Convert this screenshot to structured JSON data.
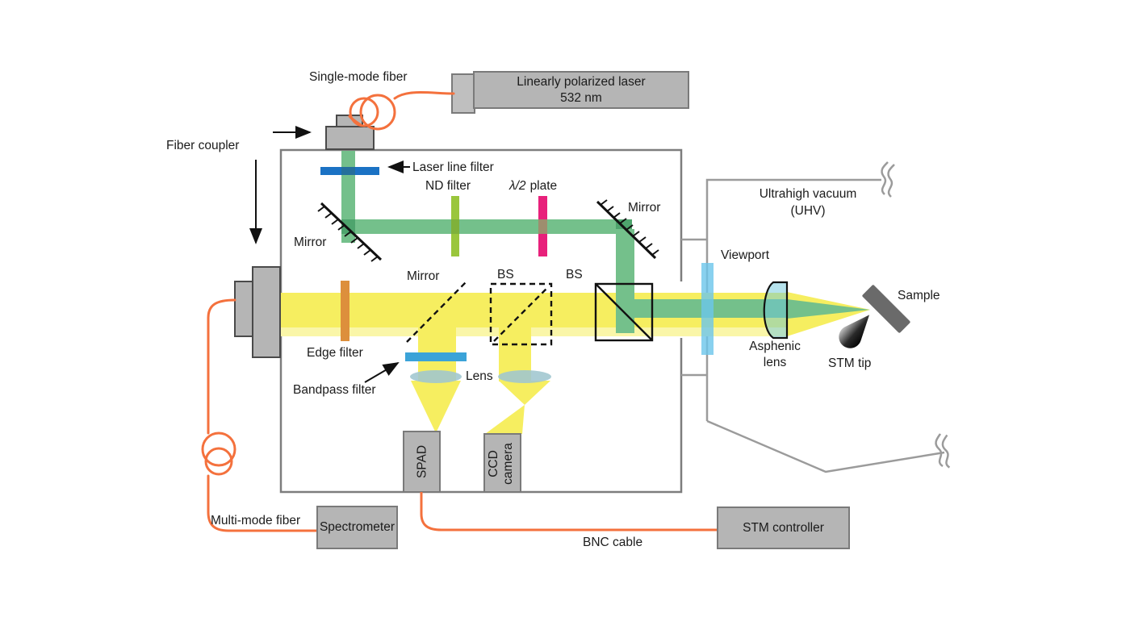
{
  "labels": {
    "single_mode_fiber": "Single-mode fiber",
    "laser_line1": "Linearly polarized laser",
    "laser_line2": "532 nm",
    "fiber_coupler": "Fiber coupler",
    "laser_line_filter": "Laser line filter",
    "nd_filter": "ND filter",
    "half_wave_symbol": "λ/2",
    "half_wave_word": "plate",
    "mirror": "Mirror",
    "bs": "BS",
    "edge_filter": "Edge filter",
    "bandpass_filter": "Bandpass filter",
    "lens": "Lens",
    "spad": "SPAD",
    "ccd_line1": "CCD",
    "ccd_line2": "camera",
    "multi_mode_fiber": "Multi-mode fiber",
    "spectrometer": "Spectrometer",
    "bnc_cable": "BNC cable",
    "stm_controller": "STM controller",
    "uhv_line1": "Ultrahigh vacuum",
    "uhv_line2": "(UHV)",
    "viewport": "Viewport",
    "aspheric_line1": "Asphenic",
    "aspheric_line2": "lens",
    "stm_tip": "STM tip",
    "sample": "Sample"
  },
  "colors": {
    "beam_yellow": "#f6ee60",
    "beam_yellow_light": "#faf6a8",
    "beam_green": "#74c08b",
    "beam_green_dark": "#4ea46d",
    "fiber_orange": "#f4713d",
    "filter_blue": "#1b72c4",
    "nd_green": "#9ac63c",
    "plate_pink": "#e8217b",
    "edge_orange": "#dd8f3c",
    "bandpass_blue": "#3ba3d8",
    "viewport_blue": "#6cc5eb",
    "lens_blue": "#9fc6cf",
    "box_gray": "#b5b5b5",
    "box_border": "#7a7a7a",
    "wall_gray": "#7d7d7d",
    "uhv_gray": "#9b9b9b",
    "ink": "#111111"
  }
}
